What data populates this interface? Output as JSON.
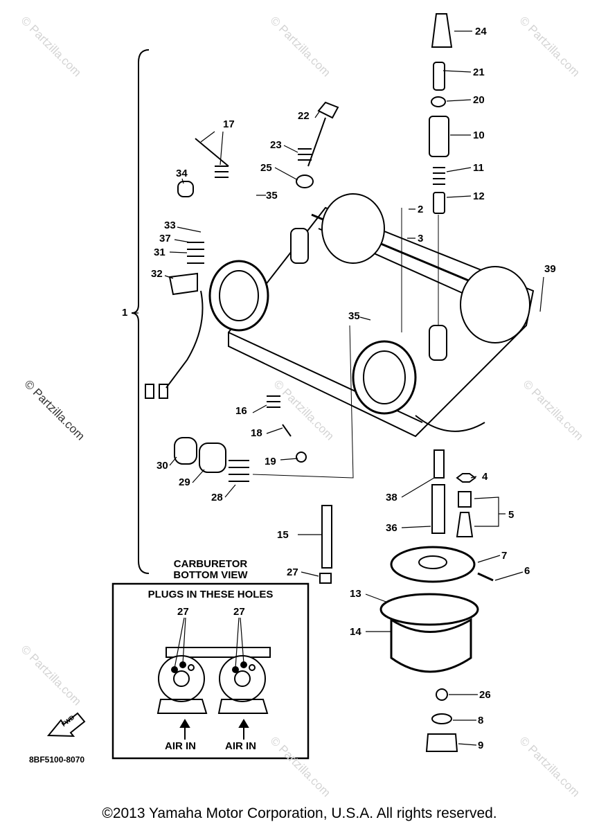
{
  "callouts": [
    "24",
    "21",
    "20",
    "10",
    "11",
    "12",
    "2",
    "3",
    "39",
    "22",
    "17",
    "23",
    "25",
    "35",
    "34",
    "33",
    "37",
    "31",
    "32",
    "1",
    "35",
    "16",
    "18",
    "19",
    "30",
    "29",
    "28",
    "4",
    "38",
    "5",
    "36",
    "15",
    "7",
    "6",
    "27",
    "13",
    "14",
    "26",
    "8",
    "9"
  ],
  "inset": {
    "title_line1": "CARBURETOR",
    "title_line2": "BOTTOM VIEW",
    "heading": "PLUGS IN THESE HOLES",
    "plug_label_left": "27",
    "plug_label_right": "27",
    "air_in_left": "AIR IN",
    "air_in_right": "AIR IN"
  },
  "front_marker": "FWD",
  "diagram_code": "8BF5100-8070",
  "watermark": "© Partzilla.com",
  "footer": "©2013 Yamaha Motor Corporation, U.S.A. All rights reserved."
}
